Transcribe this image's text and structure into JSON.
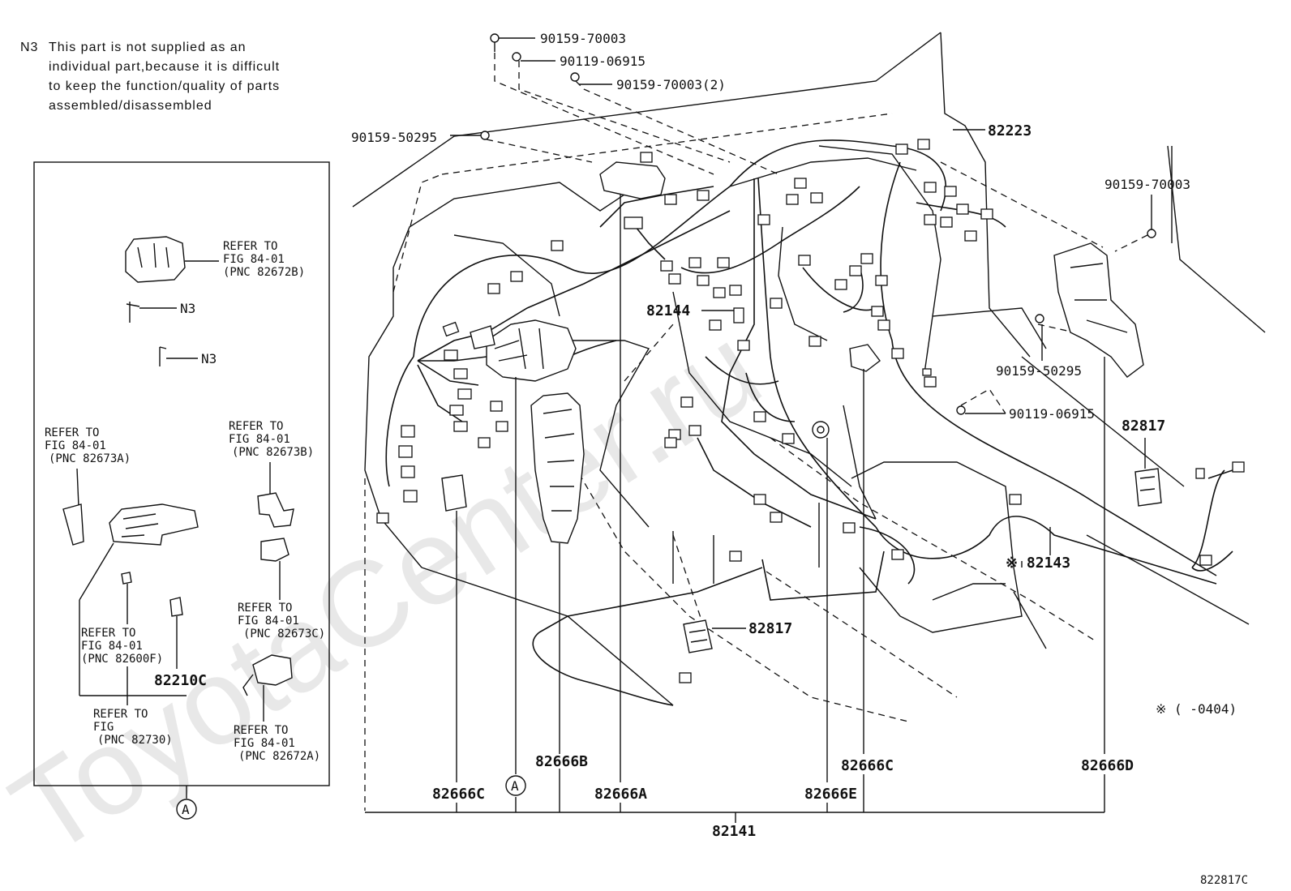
{
  "note": {
    "code": "N3",
    "lines": [
      "This part is not supplied as an",
      "individual part,because it is difficult",
      "to keep the function/quality of parts",
      "assembled/disassembled"
    ]
  },
  "watermark": "ToyotaCenter.ru",
  "inset": {
    "refs": {
      "r1": [
        "REFER TO",
        "FIG 84-01",
        "(PNC 82672B)"
      ],
      "r2": [
        "REFER TO",
        "FIG 84-01",
        "(PNC 82673A)"
      ],
      "r3": [
        "REFER TO",
        "FIG 84-01",
        "(PNC 82673B)"
      ],
      "r4": [
        "REFER TO",
        "FIG 84-01",
        "(PNC 82673C)"
      ],
      "r5": [
        "REFER TO",
        "FIG 84-01",
        "(PNC 82600F)"
      ],
      "r6": [
        "REFER TO",
        "FIG",
        "(PNC 82730)"
      ],
      "r7": [
        "REFER TO",
        "FIG 84-01",
        "(PNC 82672A)"
      ]
    },
    "n3_a": "N3",
    "n3_b": "N3",
    "part_82210c": "82210C",
    "circle_a": "A"
  },
  "labels": {
    "p90159_70003_top": "90159-70003",
    "p90119_06915_top": "90119-06915",
    "p90159_70003_2": "90159-70003(2)",
    "p90159_50295_top": "90159-50295",
    "p82223": "82223",
    "p90159_70003_right": "90159-70003",
    "p82144": "82144",
    "p90159_50295_right": "90159-50295",
    "p90119_06915_right": "90119-06915",
    "p82817_right": "82817",
    "p82143": "※ 82143",
    "p82817_mid": "82817",
    "p_note_0404": "※ (     -0404)",
    "p82666b": "82666B",
    "p82666c_left": "82666C",
    "p82666a": "82666A",
    "p82666c_right": "82666C",
    "p82666e": "82666E",
    "p82666d": "82666D",
    "p82141": "82141",
    "circle_a_main": "A",
    "fig_code": "822817C"
  }
}
